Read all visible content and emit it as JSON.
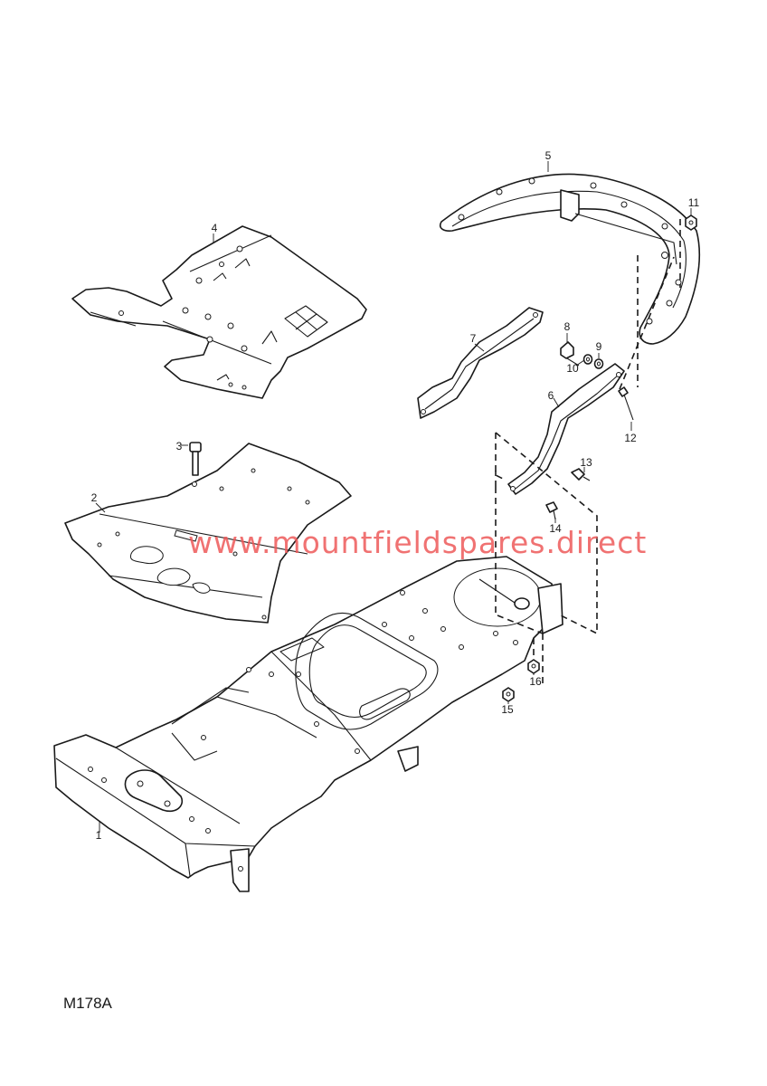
{
  "watermark": "www.mountfieldspares.direct",
  "figure_code": "M178A",
  "callouts": [
    "1",
    "2",
    "3",
    "4",
    "5",
    "6",
    "7",
    "8",
    "9",
    "10",
    "11",
    "12",
    "13",
    "14",
    "15",
    "16"
  ],
  "colors": {
    "line": "#1a1a1a",
    "watermark": "#ee5a5a",
    "background": "#ffffff"
  }
}
